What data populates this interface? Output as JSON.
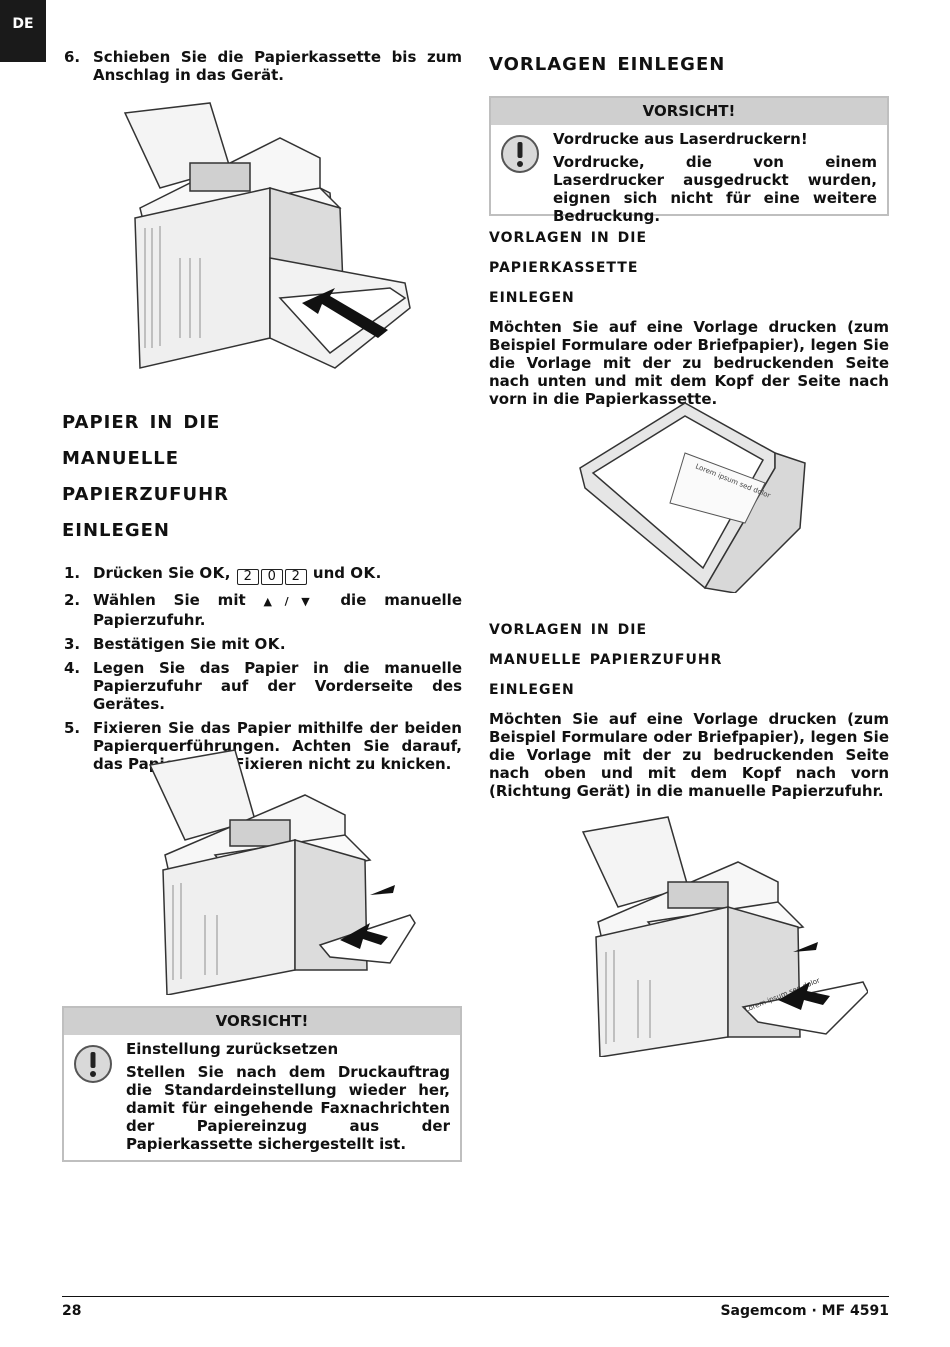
{
  "lang_tab": "DE",
  "left": {
    "step6_num": "6.",
    "step6_text": "Schieben Sie die Papierkassette bis zum Anschlag in das Gerät.",
    "heading_manual": [
      "Papier in die",
      "manuelle",
      "Papierzufuhr",
      "einlegen"
    ],
    "steps": {
      "s1": {
        "num": "1.",
        "pre": "Drücken Sie ",
        "ok1": "OK",
        "comma": ", ",
        "k1": "2",
        "k2": "0",
        "k3": "2",
        "und": " und ",
        "ok2": "OK",
        "end": "."
      },
      "s2": {
        "num": "2.",
        "pre": "Wählen Sie mit ",
        "arrows": "▲/▼",
        "post": " die manuelle Papierzufuhr."
      },
      "s3": {
        "num": "3.",
        "pre": "Bestätigen Sie mit ",
        "ok": "OK",
        "end": "."
      },
      "s4": {
        "num": "4.",
        "text": "Legen Sie das Papier in die manuelle Papierzufuhr auf der Vorderseite des Gerätes."
      },
      "s5": {
        "num": "5.",
        "text": "Fixieren Sie das Papier mithilfe der beiden Papierquerführungen. Achten Sie darauf, das Papier beim Fixieren nicht zu knicken."
      }
    },
    "warning": {
      "head": "VORSICHT!",
      "title": "Einstellung zurücksetzen",
      "text": "Stellen Sie nach dem Druckauftrag die Standardeinstellung wieder her, damit für eingehende Faxnachrichten der Papiereinzug aus der Papierkassette sichergestellt ist."
    }
  },
  "right": {
    "heading_main": "Vorlagen einlegen",
    "warning": {
      "head": "VORSICHT!",
      "title": "Vordrucke aus Laserdruckern!",
      "text": "Vordrucke, die von einem Laserdrucker ausgedruckt wurden, eignen sich nicht für eine weitere Bedruckung."
    },
    "heading_cassette": [
      "Vorlagen in die",
      "Papierkassette",
      "einlegen"
    ],
    "para_cassette": "Möchten Sie auf eine Vorlage drucken (zum Beispiel Formulare oder Briefpapier), legen Sie die Vorlage mit der zu bedruckenden Seite nach unten und mit dem Kopf der Seite nach vorn in die Papierkassette.",
    "heading_manual": [
      "Vorlagen in die",
      "manuelle Papierzufuhr",
      "einlegen"
    ],
    "para_manual": "Möchten Sie auf eine Vorlage drucken (zum Beispiel Formulare oder Briefpapier), legen Sie die Vorlage mit der zu bedruckenden Seite nach oben und mit dem Kopf nach vorn (Richtung Gerät) in die manuelle Papierzufuhr.",
    "sheet_text": "Lorem ipsum sed dolor"
  },
  "footer": {
    "page": "28",
    "product": "Sagemcom · MF 4591"
  }
}
